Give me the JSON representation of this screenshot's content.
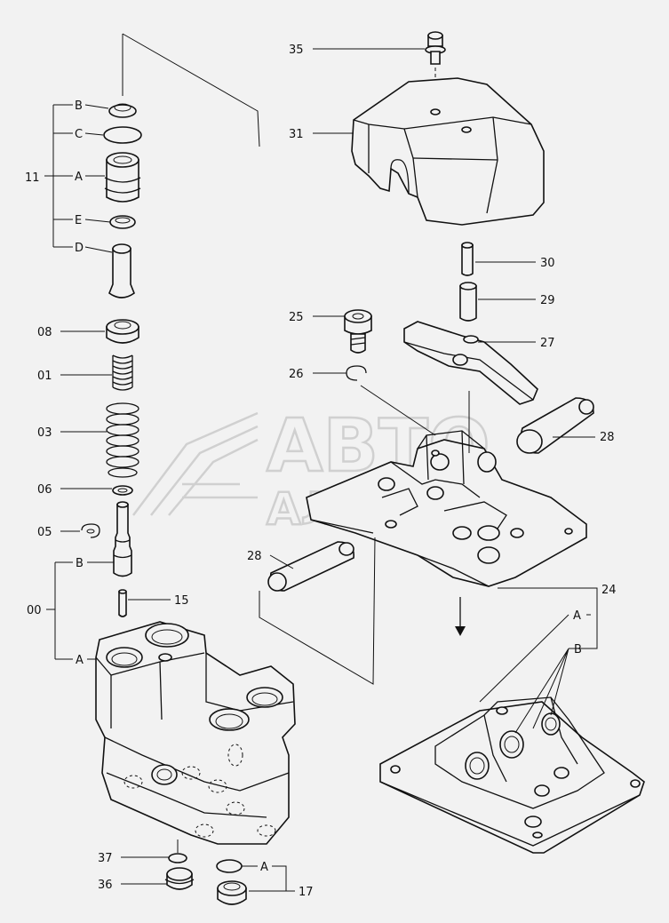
{
  "watermark": {
    "line1": "АВТО",
    "line2": "АЛЬЯНС"
  },
  "labels": {
    "l35": "35",
    "l31": "31",
    "l30": "30",
    "l29": "29",
    "l27": "27",
    "l25": "25",
    "l26": "26",
    "l28a": "28",
    "l28b": "28",
    "l24": "24",
    "l24a": "A",
    "l24b": "B",
    "l11": "11",
    "l11b": "B",
    "l11c": "C",
    "l11a": "A",
    "l11e": "E",
    "l11d": "D",
    "l08": "08",
    "l01": "01",
    "l03": "03",
    "l06": "06",
    "l05": "05",
    "l00": "00",
    "l00b": "B",
    "l00a": "A",
    "l15": "15",
    "l37": "37",
    "l36": "36",
    "l17": "17",
    "l17a": "A"
  }
}
